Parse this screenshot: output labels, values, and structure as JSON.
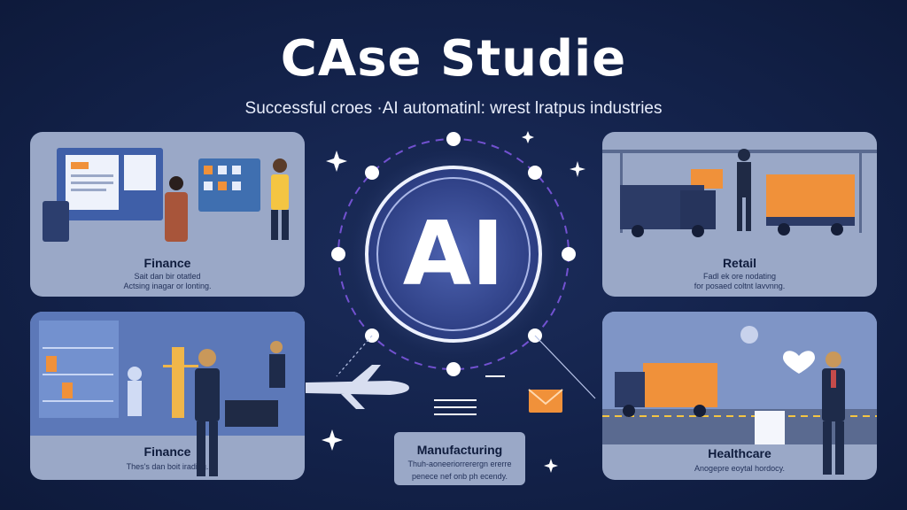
{
  "header": {
    "title": "CAse Studie",
    "subtitle": "Successful croes ·AI automatinl: wrest lratpus industries"
  },
  "hub": {
    "label": "AI"
  },
  "panels": {
    "finance_top": {
      "label": "Finance",
      "caption_1": "Sait dan bir otatled",
      "caption_2": "Actsing inagar or lonting."
    },
    "retail": {
      "label": "Retail",
      "caption_1": "Fadl ek ore nodating",
      "caption_2": "for posaed coltnt lavvnng."
    },
    "finance_bottom": {
      "label": "Finance",
      "caption_1": "Thes's dan boit irading."
    },
    "healthcare": {
      "label": "Healthcare",
      "caption_1": "Anogepre eoytal hordocy."
    },
    "manufacturing": {
      "label": "Manufacturing",
      "caption_1": "Thuh-aoneeriorrerergn ererre",
      "caption_2": "penece nef onb ph ecendy."
    }
  },
  "colors": {
    "background": "#13224a",
    "panel": "#9aa8c7",
    "accent_purple": "#8a5cf0",
    "accent_orange": "#f0913a",
    "ring_glow": "#dfe6ff"
  },
  "icons": [
    "sparkle-icon",
    "node-dot-icon",
    "airplane-icon",
    "envelope-icon",
    "heart-icon",
    "chart-lines-icon"
  ]
}
